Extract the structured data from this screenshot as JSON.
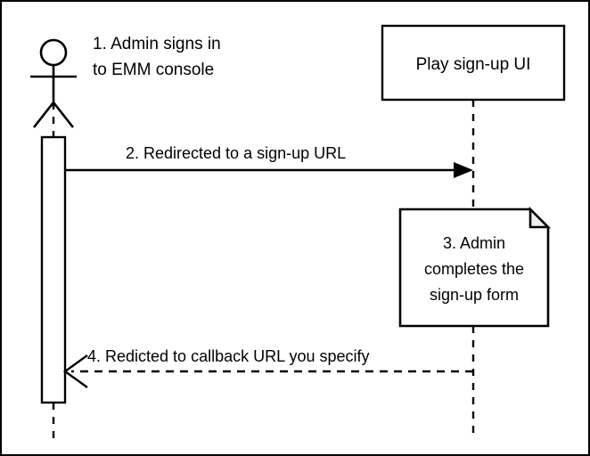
{
  "diagram": {
    "type": "uml-sequence-diagram",
    "background_color": "#ffffff",
    "line_color": "#000000",
    "note_fold_color": "#f0f0f0",
    "border": "black 2px",
    "participants": [
      {
        "id": "admin",
        "kind": "actor",
        "icon": "stick-figure",
        "label": ""
      },
      {
        "id": "play-signup-ui",
        "kind": "box",
        "label": "Play sign-up UI"
      }
    ],
    "annotations": [
      {
        "id": "step1",
        "line1": "1. Admin signs in",
        "line2": "to EMM console"
      }
    ],
    "messages": [
      {
        "id": "step2",
        "label": "2. Redirected to a sign-up URL",
        "style": "solid",
        "arrowhead": "filled",
        "direction": "left-to-right"
      },
      {
        "id": "step4",
        "label": "4. Redicted to callback URL you specify",
        "style": "dashed",
        "arrowhead": "open",
        "direction": "right-to-left"
      }
    ],
    "notes": [
      {
        "id": "step3",
        "line1": "3. Admin",
        "line2": "completes the",
        "line3": "sign-up form"
      }
    ]
  }
}
